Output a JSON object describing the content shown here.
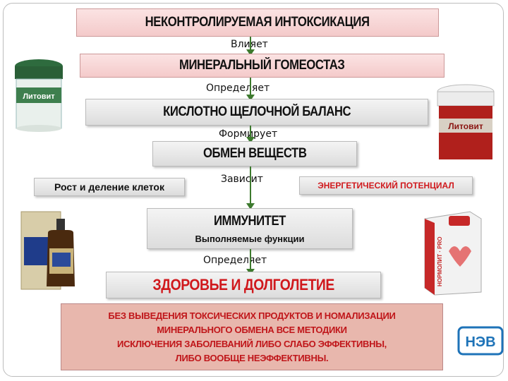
{
  "diagram": {
    "box1": "НЕКОНТРОЛИРУЕМАЯ ИНТОКСИКАЦИЯ",
    "label1": "Влияет",
    "box2": "МИНЕРАЛЬНЫЙ ГОМЕОСТАЗ",
    "label2": "Определяет",
    "box3": "КИСЛОТНО ЩЕЛОЧНОЙ БАЛАНС",
    "label3": "Формирует",
    "box4": "ОБМЕН ВЕЩЕСТВ",
    "label4": "Зависит",
    "left_box": "Рост и деление клеток",
    "right_box": "ЭНЕРГЕТИЧЕСКИЙ ПОТЕНЦИАЛ",
    "box5_title": "ИММУНИТЕТ",
    "box5_sub": "Выполняемые функции",
    "label5": "Определяет",
    "box6": "ЗДОРОВЬЕ И ДОЛГОЛЕТИЕ",
    "bottom_lines": [
      "БЕЗ ВЫВЕДЕНИЯ ТОКСИЧЕСКИХ ПРОДУКТОВ И НОМАЛИЗАЦИИ",
      "МИНЕРАЛЬНОГО ОБМЕНА ВСЕ МЕТОДИКИ",
      "ИСКЛЮЧЕНИЯ ЗАБОЛЕВАНИЙ ЛИБО СЛАБО ЭФФЕКТИВНЫ,",
      "ЛИБО ВООБЩЕ НЕЭФФЕКТИВНЫ."
    ]
  },
  "products": {
    "jar_green_label": "Литовит",
    "jar_red_label": "Литовит",
    "box_right_label": "НОРМОЛИТ · PRO",
    "logo_text": "НЭВ"
  },
  "colors": {
    "arrow": "#3d7a2e",
    "accent_red": "#d0191d",
    "bottom_bg": "#e8b7ad"
  }
}
